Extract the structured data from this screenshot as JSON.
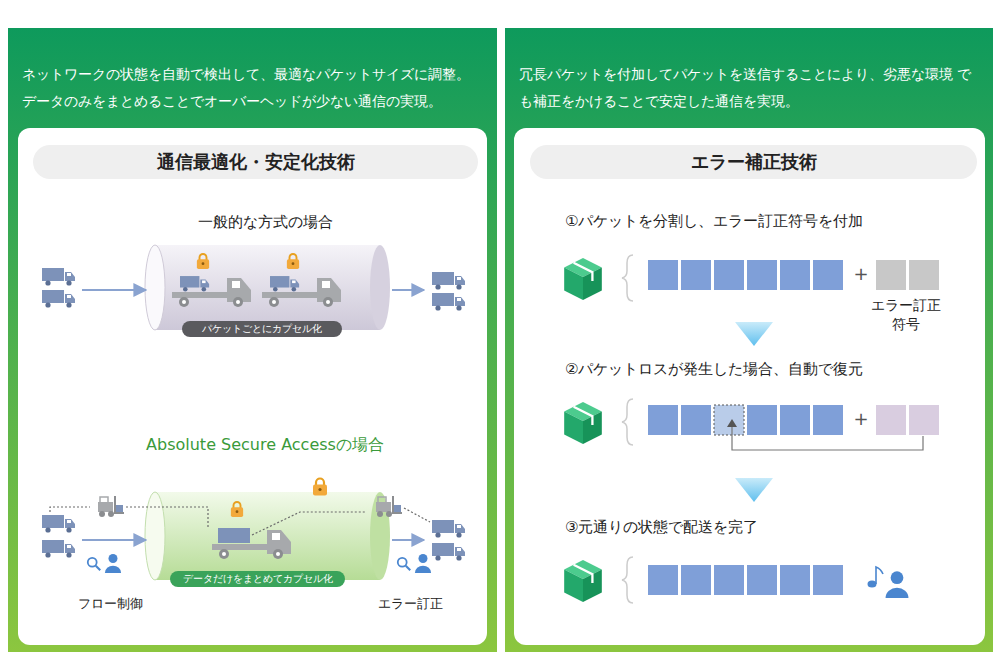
{
  "diagram": {
    "nodes": [
      {
        "text": [
          "ネットワークの状態を自動で検出して、最適なパケットサイズに調整。 データのみをまとめることでオーバーヘッドが少ない通信の実現。"
        ]
      },
      {
        "text": [
          "通信最適化・安定化技術"
        ],
        "in": 0
      },
      {
        "text": [
          "一般的な方式の場合"
        ],
        "in": 0
      },
      {
        "text": [
          "パケットごとにカプセル化"
        ],
        "in": 2
      },
      {
        "text": [
          "Absolute Secure Accessの場合"
        ],
        "in": 0
      },
      {
        "text": [
          "データだけをまとめてカプセル化"
        ],
        "in": 4
      },
      {
        "text": [
          "冗長パケットを付加してパケットを送信することにより、劣悪な環境 でも補正をかけることで安定した通信を実現。"
        ]
      },
      {
        "text": [
          "エラー補正技術"
        ],
        "in": 6
      }
    ],
    "labels": [
      "フロー制御",
      "エラー訂正",
      "①パケットを分割し、エラー訂正符号を付加",
      "+",
      "エラー訂正 符号",
      "②パケットロスが発生した場合、自動で復元",
      "+",
      "③元通りの状態で配送を完了"
    ]
  }
}
